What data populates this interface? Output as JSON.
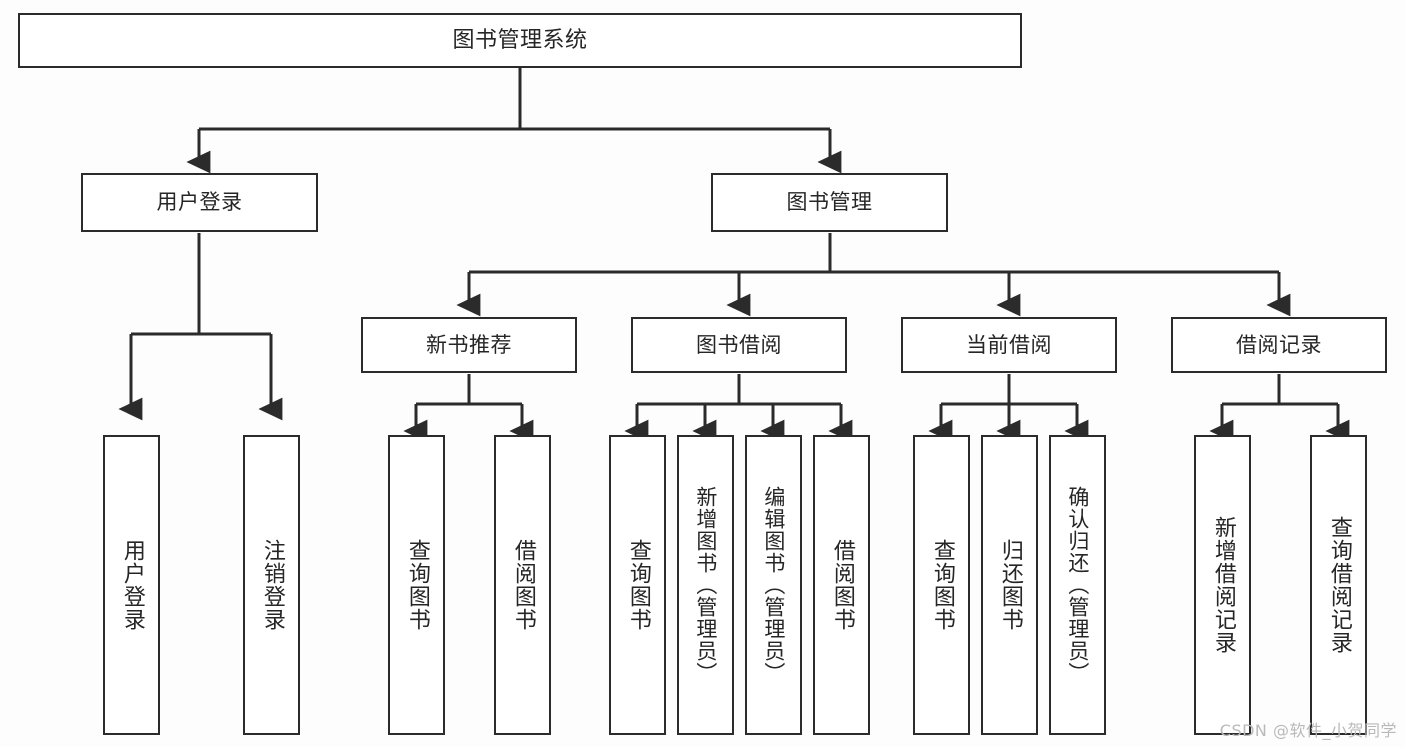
{
  "diagram": {
    "title_node": {
      "label": "图书管理系统"
    },
    "level2": [
      {
        "label": "用户登录"
      },
      {
        "label": "图书管理"
      }
    ],
    "level3": [
      {
        "label": "新书推荐"
      },
      {
        "label": "图书借阅"
      },
      {
        "label": "当前借阅"
      },
      {
        "label": "借阅记录"
      }
    ],
    "leaves": {
      "user_login": [
        {
          "label": "用户登录"
        },
        {
          "label": "注销登录"
        }
      ],
      "new_book_recommend": [
        {
          "label": "查询图书"
        },
        {
          "label": "借阅图书"
        }
      ],
      "book_borrow": [
        {
          "label": "查询图书"
        },
        {
          "label": "新增图书（管理员）"
        },
        {
          "label": "编辑图书（管理员）"
        },
        {
          "label": "借阅图书"
        }
      ],
      "current_borrow": [
        {
          "label": "查询图书"
        },
        {
          "label": "归还图书"
        },
        {
          "label": "确认归还（管理员）"
        }
      ],
      "borrow_record": [
        {
          "label": "新增借阅记录"
        },
        {
          "label": "查询借阅记录"
        }
      ]
    }
  },
  "watermark": {
    "text": "CSDN @软件_小贺同学"
  },
  "colors": {
    "stroke": "#2b2b2b",
    "text": "#262626",
    "background": "#fdfdfd",
    "watermark": "#b9b9b9"
  }
}
